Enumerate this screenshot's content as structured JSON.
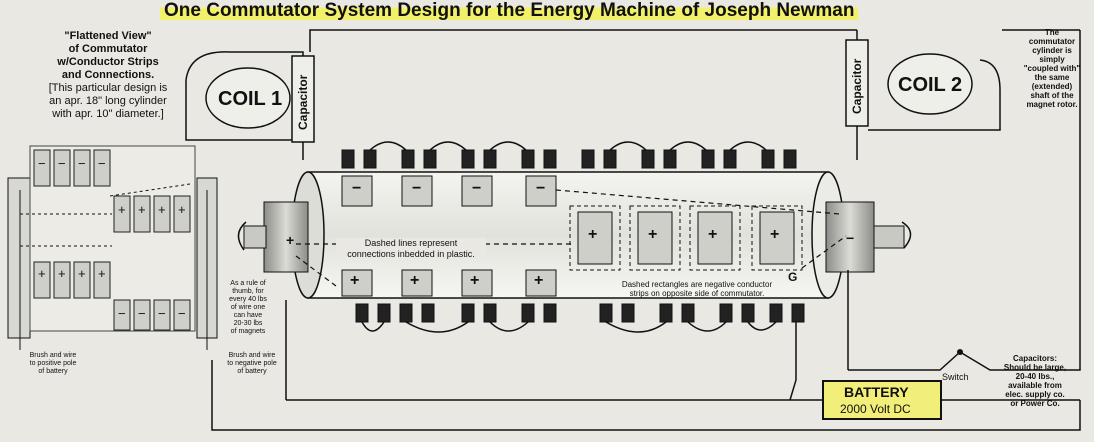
{
  "title": "One Commutator System Design for the Energy Machine of Joseph Newman",
  "left_note": {
    "line1": "\"Flattened View\"",
    "line2": "of Commutator",
    "line3": "w/Conductor Strips",
    "line4": "and Connections.",
    "line5": "[This particular design is",
    "line6": "an apr. 18\" long cylinder",
    "line7": "with apr. 10\" diameter.]"
  },
  "coil1": {
    "label": "COIL 1",
    "capacitor": "Capacitor"
  },
  "coil2": {
    "label": "COIL 2",
    "capacitor": "Capacitor"
  },
  "right_note": {
    "l1": "The",
    "l2": "commutator",
    "l3": "cylinder is",
    "l4": "simply",
    "l5": "\"coupled with\"",
    "l6": "the same",
    "l7": "(extended)",
    "l8": "shaft of the",
    "l9": "magnet rotor."
  },
  "dashed_lines_note": {
    "l1": "Dashed lines represent",
    "l2": "connections inbedded in plastic."
  },
  "dashed_rect_note": {
    "l1": "Dashed rectangles are negative conductor",
    "l2": "strips on opposite side of commutator."
  },
  "rule_note": {
    "l1": "As a rule of",
    "l2": "thumb, for",
    "l3": "every 40 lbs",
    "l4": "of wire one",
    "l5": "can have",
    "l6": "20-30 lbs",
    "l7": "of magnets"
  },
  "brush_pos": {
    "l1": "Brush and wire",
    "l2": "to positive pole",
    "l3": "of battery"
  },
  "brush_neg": {
    "l1": "Brush and wire",
    "l2": "to negative pole",
    "l3": "of battery"
  },
  "battery": {
    "label": "BATTERY",
    "voltage": "2000 Volt DC"
  },
  "switch_label": "Switch",
  "capacitors_note": {
    "l1": "Capacitors:",
    "l2": "Should be large,",
    "l3": "20-40 lbs.,",
    "l4": "available from",
    "l5": "elec. supply co.",
    "l6": "or Power Co."
  },
  "symbols": {
    "plus": "+",
    "minus": "−",
    "g_label": "G"
  },
  "colors": {
    "background": "#e9e8e2",
    "highlight": "#f3f06a",
    "battery": "#f2ee7a",
    "strip": "#cfcfca"
  }
}
